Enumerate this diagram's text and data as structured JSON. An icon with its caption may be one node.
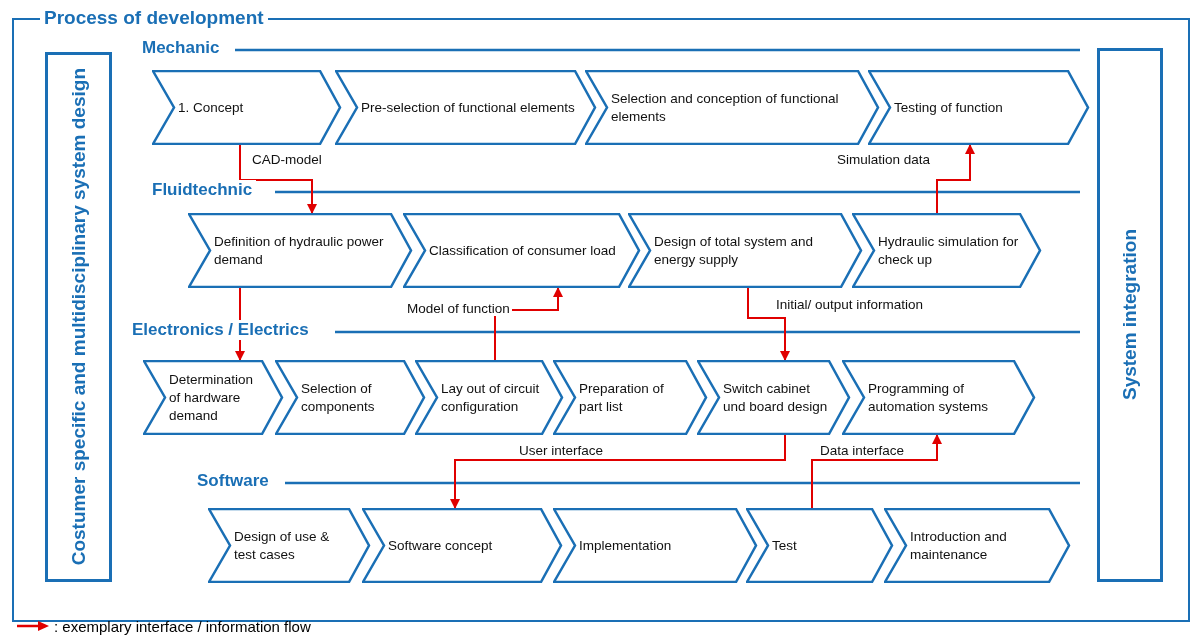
{
  "diagram": {
    "nodes": [
      {
        "text": [
          "Process of development"
        ]
      },
      {
        "text": [
          "Costumer specific and multidisciplinary system design"
        ],
        "in": 0
      },
      {
        "text": [
          "1. Concept"
        ],
        "in": 0
      },
      {
        "text": [
          "Pre-selection of functional elements"
        ],
        "in": 0
      },
      {
        "text": [
          "Selection and conception of functional elements"
        ],
        "in": 0
      },
      {
        "text": [
          "Testing of function"
        ],
        "in": 0
      },
      {
        "text": [
          "Definition of hydraulic power demand"
        ],
        "in": 0
      },
      {
        "text": [
          "Classification of consumer load"
        ],
        "in": 0
      },
      {
        "text": [
          "Design of total system and energy supply"
        ],
        "in": 0
      },
      {
        "text": [
          "Hydraulic simulation for check up"
        ],
        "in": 0
      },
      {
        "text": [
          "Determination of hardware demand"
        ],
        "in": 0
      },
      {
        "text": [
          "Selection of components"
        ],
        "in": 0
      },
      {
        "text": [
          "Lay out of circuit configuration"
        ],
        "in": 0
      },
      {
        "text": [
          "Preparation of part list"
        ],
        "in": 0
      },
      {
        "text": [
          "Switch cabinet und board design"
        ],
        "in": 0
      },
      {
        "text": [
          "Programming of automation systems"
        ],
        "in": 0
      },
      {
        "text": [
          "Design of use & test cases"
        ],
        "in": 0
      },
      {
        "text": [
          "Software concept"
        ],
        "in": 0
      },
      {
        "text": [
          "Implementation"
        ],
        "in": 0
      },
      {
        "text": [
          "Test"
        ],
        "in": 0
      },
      {
        "text": [
          "Introduction and maintenance"
        ],
        "in": 0
      },
      {
        "text": [
          "System integration"
        ],
        "in": 0
      }
    ],
    "edges": [
      {
        "from": 2,
        "to": 6,
        "arrow": "to",
        "label": "CAD-model"
      },
      {
        "from": 6,
        "to": 10,
        "arrow": "to"
      },
      {
        "from": 9,
        "to": 5,
        "arrow": "to",
        "label": "Simulation data"
      },
      {
        "from": 12,
        "to": 7,
        "arrow": "to",
        "label": "Model of function"
      },
      {
        "from": 8,
        "to": 14,
        "arrow": "to",
        "label": "Initial/ output information"
      },
      {
        "from": 14,
        "to": 17,
        "arrow": "to",
        "label": "User interface"
      },
      {
        "from": 19,
        "to": 15,
        "arrow": "to",
        "label": "Data interface"
      }
    ],
    "labels": [
      "Mechanic",
      "Fluidtechnic",
      "Electronics / Electrics",
      "Software"
    ],
    "legend": [
      {
        "text": ": exemplary interface / information flow"
      }
    ]
  }
}
